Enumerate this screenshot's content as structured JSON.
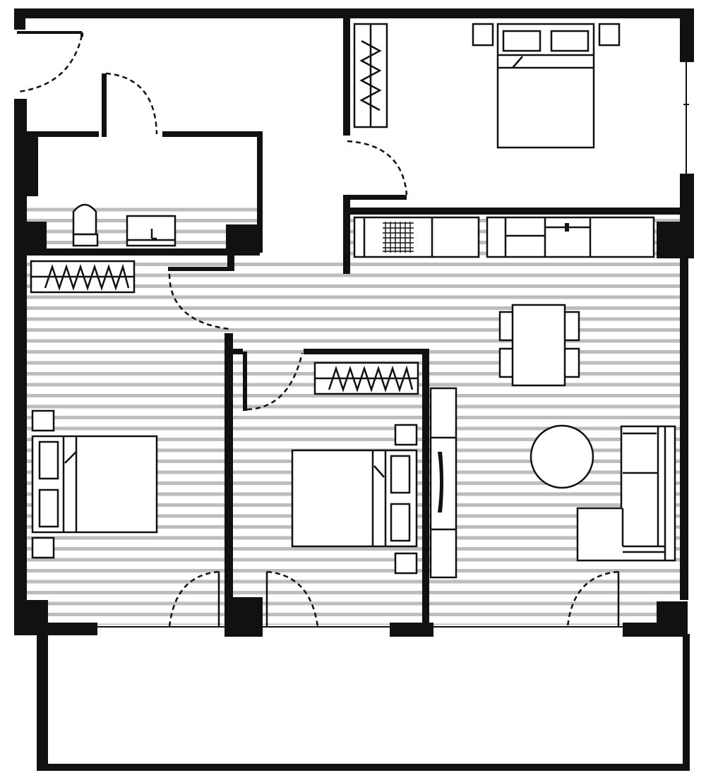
{
  "diagram": {
    "kind": "apartment floor plan",
    "text_labels": [],
    "colors": {
      "wall": "#111111",
      "floor_hatch": "#bdbdbd",
      "background": "#ffffff"
    },
    "rooms": [
      {
        "id": "entrance-hall",
        "floor": "plain"
      },
      {
        "id": "bathroom",
        "floor": "hatched"
      },
      {
        "id": "master-bedroom",
        "floor": "plain"
      },
      {
        "id": "bedroom-left",
        "floor": "hatched"
      },
      {
        "id": "bedroom-middle",
        "floor": "hatched"
      },
      {
        "id": "living-dining",
        "floor": "hatched"
      },
      {
        "id": "balcony",
        "floor": "plain"
      }
    ],
    "icons": [
      "door-icon",
      "wardrobe-icon",
      "double-bed-icon",
      "nightstand-icon",
      "dining-table-icon",
      "chair-icon",
      "round-table-icon",
      "corner-sofa-icon",
      "tv-unit-icon",
      "toilet-icon",
      "sink-icon",
      "kitchen-counter-icon",
      "window-icon"
    ]
  }
}
